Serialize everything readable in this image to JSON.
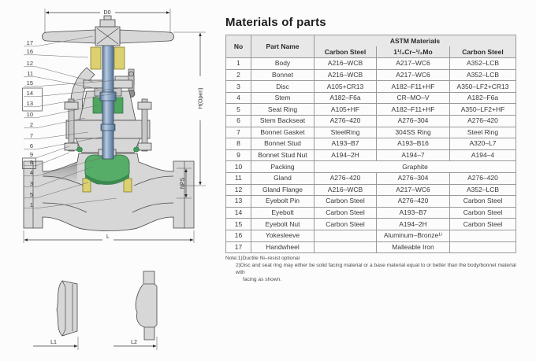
{
  "diagram": {
    "dims": {
      "d0": "D0",
      "h_open": "H(Open)",
      "nps": "NPS",
      "l": "L",
      "l1": "L1",
      "l2": "L2"
    },
    "callouts": [
      "17",
      "16",
      "12",
      "11",
      "15",
      "14",
      "13",
      "10",
      "2",
      "7",
      "6",
      "9",
      "8",
      "4",
      "3",
      "5",
      "1"
    ],
    "colors": {
      "body": "#d7d7d7",
      "stem": "#8ea9c9",
      "disc": "#56ad68",
      "seat": "#dcd170",
      "packing": "#4da55f"
    }
  },
  "materials": {
    "title": "Materials of parts",
    "header": {
      "no": "No",
      "part_name": "Part Name",
      "astm_group": "ASTM Materials",
      "columns": [
        "Carbon Steel",
        "1¹/₄Cr–¹/₂Mo",
        "Carbon Steel"
      ]
    },
    "rows": [
      {
        "no": "1",
        "name": "Body",
        "values": [
          "A216–WCB",
          "A217–WC6",
          "A352–LCB"
        ]
      },
      {
        "no": "2",
        "name": "Bonnet",
        "values": [
          "A216–WCB",
          "A217–WC6",
          "A352–LCB"
        ]
      },
      {
        "no": "3",
        "name": "Disc",
        "values": [
          "A105+CR13",
          "A182–F11+HF",
          "A350–LF2+CR13"
        ]
      },
      {
        "no": "4",
        "name": "Stem",
        "values": [
          "A182–F6a",
          "CR–MO–V",
          "A182–F6a"
        ]
      },
      {
        "no": "5",
        "name": "Seat Ring",
        "values": [
          "A105+HF",
          "A182–F11+HF",
          "A350–LF2+HF"
        ]
      },
      {
        "no": "6",
        "name": "Stem Backseat",
        "values": [
          "A276–420",
          "A276–304",
          "A276–420"
        ]
      },
      {
        "no": "7",
        "name": "Bonnet Gasket",
        "values": [
          "SteelRing",
          "304SS Ring",
          "Steel Ring"
        ]
      },
      {
        "no": "8",
        "name": "Bonnet Stud",
        "values": [
          "A193–B7",
          "A193–B16",
          "A320–L7"
        ]
      },
      {
        "no": "9",
        "name": "Bonnet Stud Nut",
        "values": [
          "A194–2H",
          "A194–7",
          "A194–4"
        ]
      },
      {
        "no": "10",
        "name": "Packing",
        "span": "Graphite"
      },
      {
        "no": "11",
        "name": "Gland",
        "values": [
          "A276–420",
          "A276–304",
          "A276–420"
        ]
      },
      {
        "no": "12",
        "name": "Gland Flange",
        "values": [
          "A216–WCB",
          "A217–WC6",
          "A352–LCB"
        ]
      },
      {
        "no": "13",
        "name": "Eyebolt Pin",
        "values": [
          "Carbon Steel",
          "A276–420",
          "Carbon Steel"
        ]
      },
      {
        "no": "14",
        "name": "Eyebolt",
        "values": [
          "Carbon Steel",
          "A193–B7",
          "Carbon Steel"
        ]
      },
      {
        "no": "15",
        "name": "Eyebolt Nut",
        "values": [
          "Carbon Steel",
          "A194–2H",
          "Carbon Steel"
        ]
      },
      {
        "no": "16",
        "name": "Yokesleeve",
        "values": [
          "",
          "Aluminum–Bronze¹⁾",
          ""
        ]
      },
      {
        "no": "17",
        "name": "Handwheel",
        "values": [
          "",
          "Malleable Iron",
          ""
        ]
      }
    ],
    "notes": [
      "Note:1)Ductile Ni–resist optional",
      "2)Disc and seat ring may either be solid facing material or a base material equal  to or better than the body/bonnet material with",
      "facing as shown."
    ]
  }
}
